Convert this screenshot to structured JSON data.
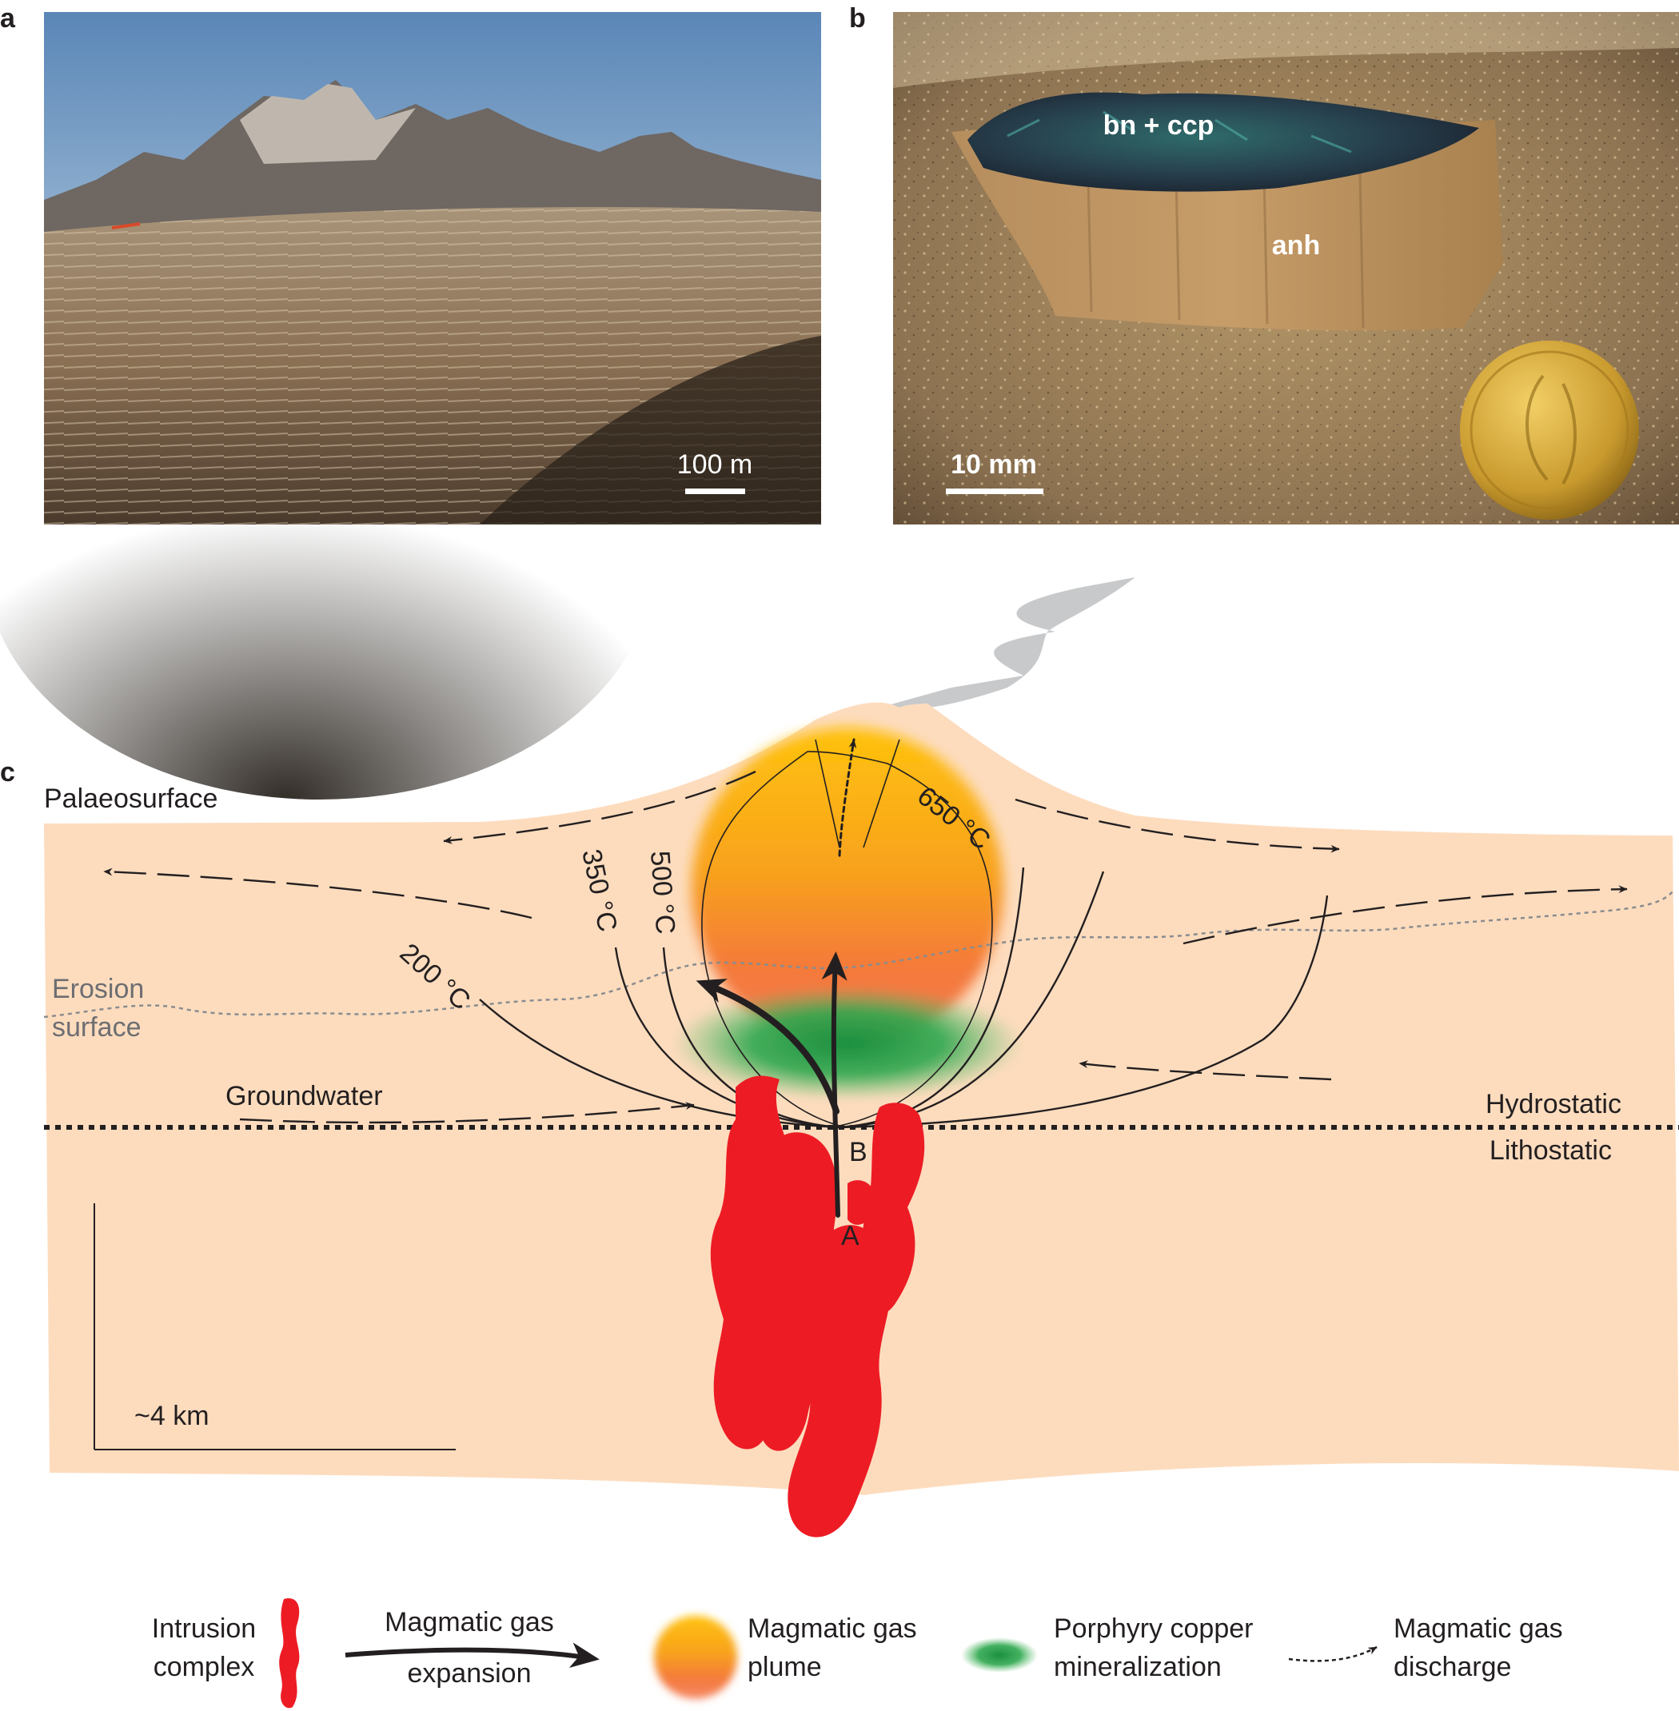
{
  "panels": {
    "a": {
      "letter": "a",
      "scale_label": "100 m"
    },
    "b": {
      "letter": "b",
      "mineral_label_1": "bn + ccp",
      "mineral_label_2": "anh",
      "scale_label": "10 mm"
    },
    "c": {
      "letter": "c",
      "palaeosurface": "Palaeosurface",
      "erosion_line1": "Erosion",
      "erosion_line2": "surface",
      "groundwater": "Groundwater",
      "hydrostatic": "Hydrostatic",
      "lithostatic": "Lithostatic",
      "isotherms": [
        "200 °C",
        "350 °C",
        "500 °C",
        "650 °C"
      ],
      "point_a": "A",
      "point_b": "B",
      "scale_label": "~4 km"
    }
  },
  "legend": {
    "intrusion_line1": "Intrusion",
    "intrusion_line2": "complex",
    "expansion_line1": "Magmatic gas",
    "expansion_line2": "expansion",
    "plume_line1": "Magmatic gas",
    "plume_line2": "plume",
    "porphyry_line1": "Porphyry copper",
    "porphyry_line2": "mineralization",
    "discharge_line1": "Magmatic gas",
    "discharge_line2": "discharge"
  },
  "colors": {
    "crust": "#fddcbe",
    "intrusion": "#ed1c24",
    "plume_top": "#ffc20e",
    "plume_bottom": "#f15a29",
    "mineralization": "#1a9850",
    "smoke": "#c8c9cb"
  }
}
